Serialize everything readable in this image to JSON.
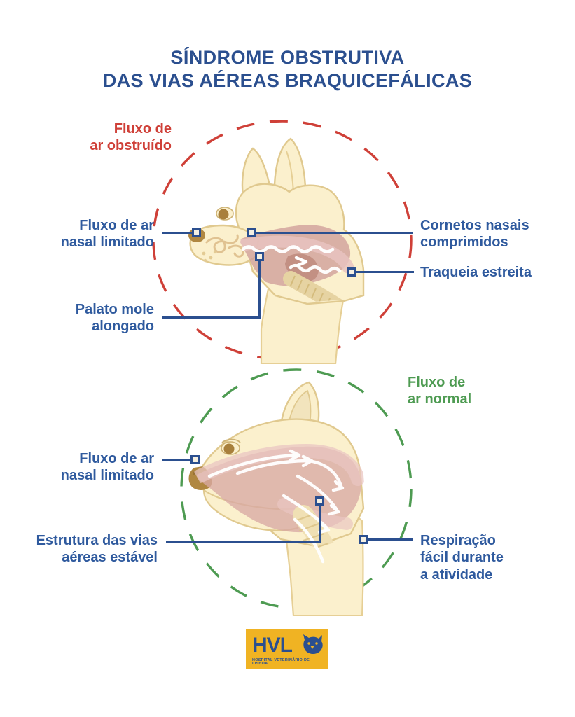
{
  "title": {
    "line1": "SÍNDROME OBSTRUTIVA",
    "line2": "DAS VIAS AÉREAS BRAQUICEFÁLICAS"
  },
  "colors": {
    "blue": "#2f5a9e",
    "title_blue": "#2b4f8f",
    "red": "#cf4038",
    "green": "#4e9b52",
    "logo_yellow": "#f0b323",
    "fur_light": "#fbf0cd",
    "fur_outline": "#e0c98f",
    "tissue_pink": "#d9a9a4",
    "trachea_tan": "#e6d3a2",
    "nose_brown": "#b08741"
  },
  "sections": {
    "obstructed": {
      "flow_label": "Fluxo de\nar obstruído",
      "flow_color": "#cf4038",
      "ring_style": "dashed",
      "callouts": [
        {
          "id": "fluxo-nasal-limitado-top",
          "text": "Fluxo de ar\nnasal limitado",
          "side": "left"
        },
        {
          "id": "palato-mole-alongado",
          "text": "Palato mole\nalongado",
          "side": "left"
        },
        {
          "id": "cornetos-nasais-comprimidos",
          "text": "Cornetos nasais\ncomprimidos",
          "side": "right"
        },
        {
          "id": "traqueia-estreita",
          "text": "Traqueia estreita",
          "side": "right"
        }
      ]
    },
    "normal": {
      "flow_label": "Fluxo de\nar normal",
      "flow_color": "#4e9b52",
      "ring_style": "dashed",
      "callouts": [
        {
          "id": "fluxo-nasal-limitado-bottom",
          "text": "Fluxo de ar\nnasal limitado",
          "side": "left"
        },
        {
          "id": "estrutura-vias-aereas-estavel",
          "text": "Estrutura das vias\naéreas estável",
          "side": "left"
        },
        {
          "id": "respiracao-facil",
          "text": "Respiração\nfácil durante\na atividade",
          "side": "right"
        }
      ]
    }
  },
  "logo": {
    "mark": "HVL",
    "subtitle": "HOSPITAL VETERINÁRIO DE LISBOA"
  }
}
